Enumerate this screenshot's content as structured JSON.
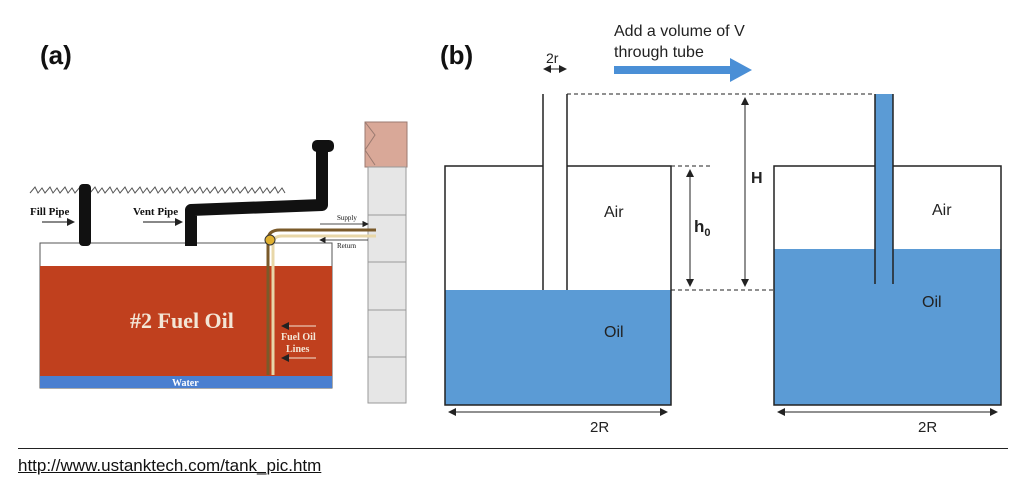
{
  "panel_a": {
    "label": "(a)",
    "fill_pipe": "Fill Pipe",
    "vent_pipe": "Vent Pipe",
    "supply": "Supply",
    "return": "Return",
    "tank_text": "#2 Fuel Oil",
    "fuel_lines_1": "Fuel Oil",
    "fuel_lines_2": "Lines",
    "water": "Water",
    "colors": {
      "oil": "#c0401e",
      "water": "#4a7fd0",
      "pipe": "#111111",
      "wall": "#e8e8e8",
      "brick": "#d9a898"
    }
  },
  "panel_b": {
    "label": "(b)",
    "tube_width": "2r",
    "instruction_line1": "Add a volume of V",
    "instruction_line2": "through tube",
    "height_total": "H",
    "height_initial": "h",
    "height_initial_sub": "0",
    "air_left": "Air",
    "oil_left": "Oil",
    "air_right": "Air",
    "oil_right": "Oil",
    "width_left": "2R",
    "width_right": "2R",
    "colors": {
      "liquid": "#5b9bd5",
      "arrow": "#4a8fd6",
      "outline": "#222222"
    }
  },
  "source_url": "http://www.ustanktech.com/tank_pic.htm"
}
